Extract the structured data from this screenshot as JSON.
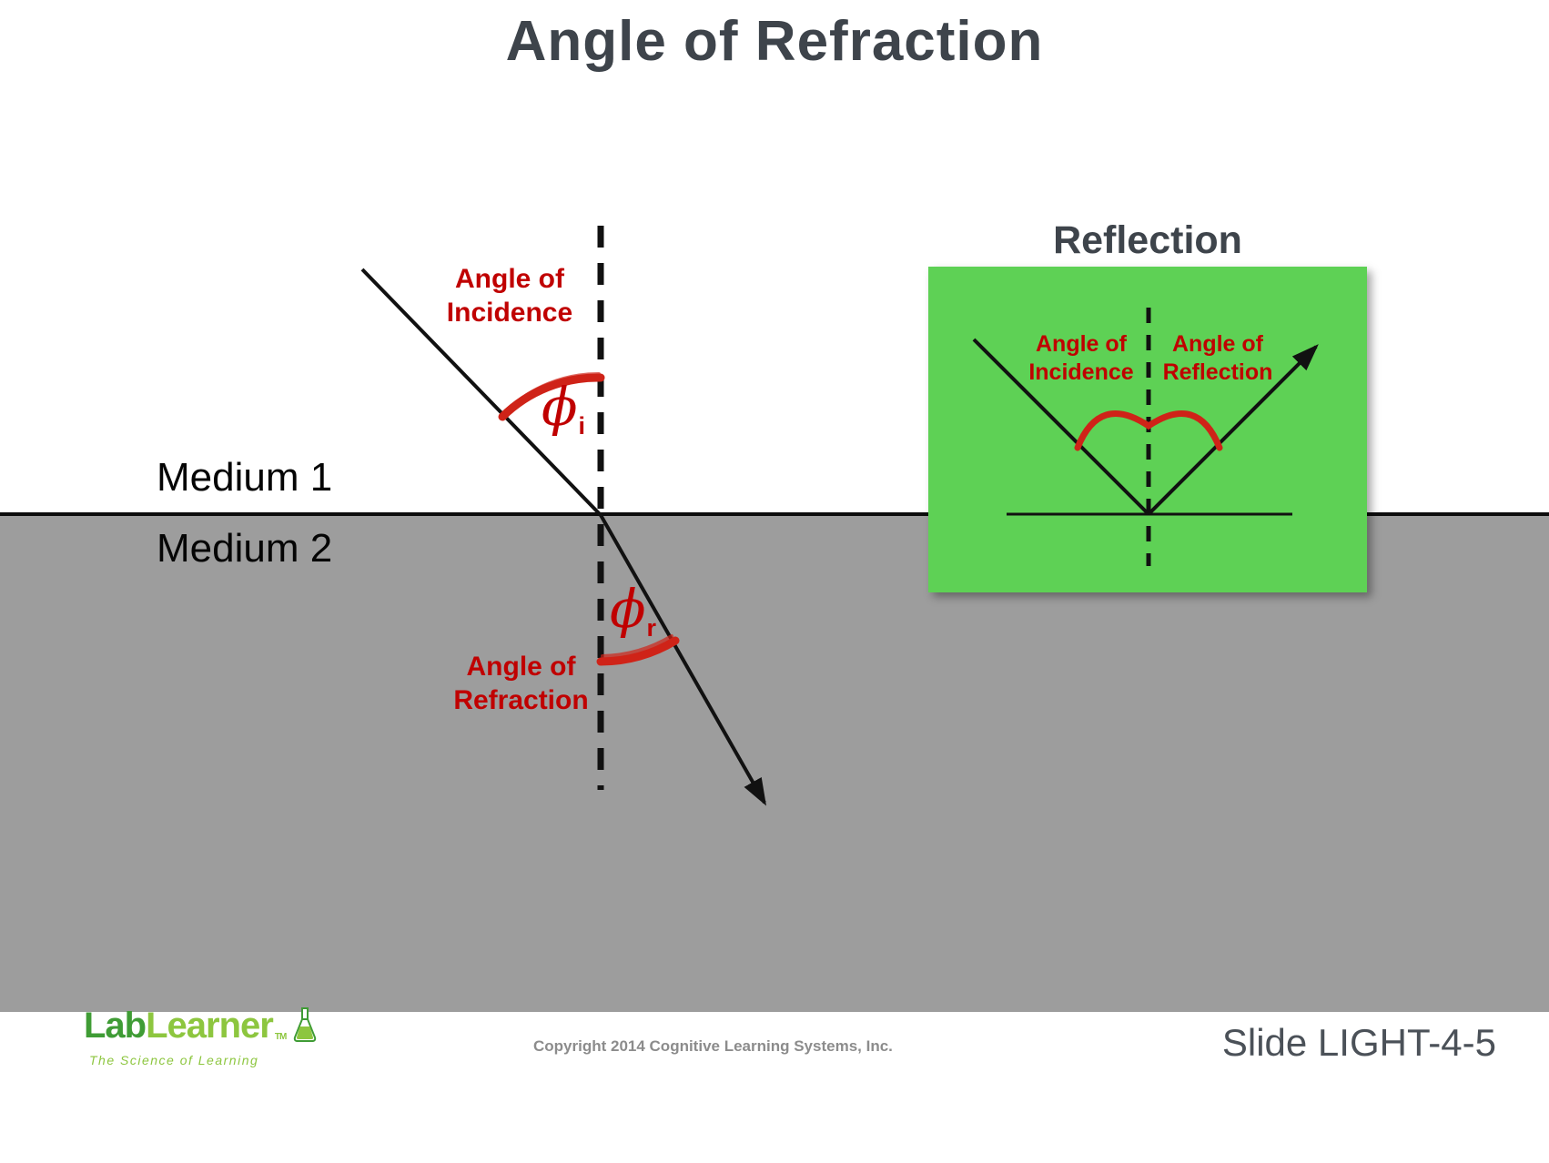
{
  "title": "Angle of Refraction",
  "main_diagram": {
    "medium1": "Medium 1",
    "medium2": "Medium 2",
    "angle_incidence_l1": "Angle of",
    "angle_incidence_l2": "Incidence",
    "angle_refraction_l1": "Angle of",
    "angle_refraction_l2": "Refraction",
    "phi": "ϕ",
    "phi_i_sub": "i",
    "phi_r_sub": "r"
  },
  "inset": {
    "title": "Reflection",
    "angle_incidence_l1": "Angle of",
    "angle_incidence_l2": "Incidence",
    "angle_reflection_l1": "Angle of",
    "angle_reflection_l2": "Reflection"
  },
  "footer": {
    "logo_part1": "Lab",
    "logo_part2": "Learner",
    "logo_tm": "TM",
    "logo_tagline": "The Science of Learning",
    "copyright": "Copyright 2014 Cognitive Learning Systems, Inc.",
    "slide_label": "Slide LIGHT-4-5"
  },
  "colors": {
    "accent_red": "#c00000",
    "arc_red": "#cf2318",
    "heading_gray": "#3e444b",
    "medium2_gray": "#9d9d9d",
    "inset_green": "#5ed155",
    "logo_green_dark": "#3f9c35",
    "logo_green_light": "#8dc63f"
  }
}
